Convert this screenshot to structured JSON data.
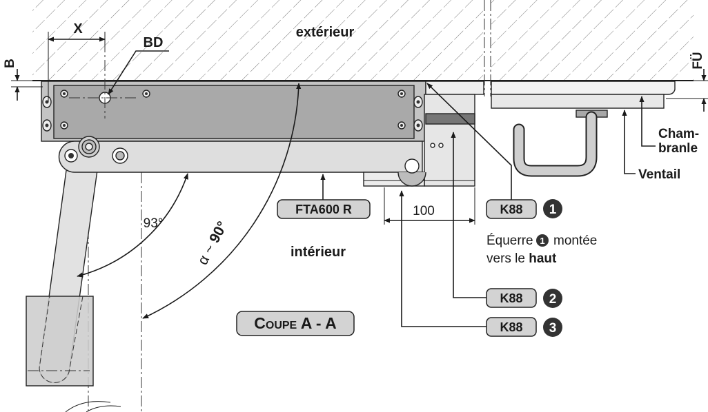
{
  "labels": {
    "exterior": "extérieur",
    "interior": "intérieur",
    "x_dim": "X",
    "bd": "BD",
    "b_dim": "B",
    "fu_dim": "FÜ",
    "chambranle_1": "Cham-",
    "chambranle_2": "branle",
    "ventail": "Ventail",
    "fta": "FTA600 R",
    "dim_100": "100",
    "angle_93": "93°",
    "angle_alpha_prefix": "α ~ ",
    "angle_alpha_value": "90°",
    "section": "Coupe A - A"
  },
  "callouts": [
    {
      "part": "K88",
      "number": "1"
    },
    {
      "part": "K88",
      "number": "2"
    },
    {
      "part": "K88",
      "number": "3"
    }
  ],
  "note": {
    "line1_a": "Équerre",
    "line1_num": "1",
    "line1_b": "montée",
    "line2_a": "vers le ",
    "line2_bold": "haut"
  },
  "colors": {
    "label_fill": "#d3d3d3",
    "badge_fill": "#333333"
  }
}
